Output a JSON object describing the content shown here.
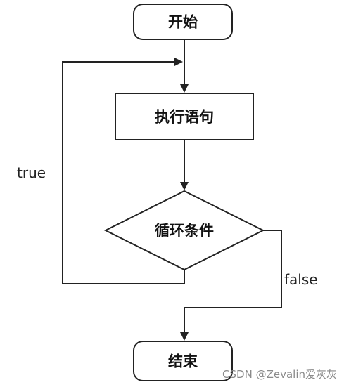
{
  "diagram": {
    "nodes": {
      "start": {
        "label": "开始"
      },
      "execute": {
        "label": "执行语句"
      },
      "condition": {
        "label": "循环条件"
      },
      "end": {
        "label": "结束"
      }
    },
    "edges": {
      "loop_true": {
        "label": "true"
      },
      "exit_false": {
        "label": "false"
      }
    }
  },
  "watermark": {
    "text": "CSDN @Zevalin爱灰灰"
  },
  "colors": {
    "stroke": "#222222",
    "background": "#ffffff",
    "watermark": "#8a8a8a"
  }
}
